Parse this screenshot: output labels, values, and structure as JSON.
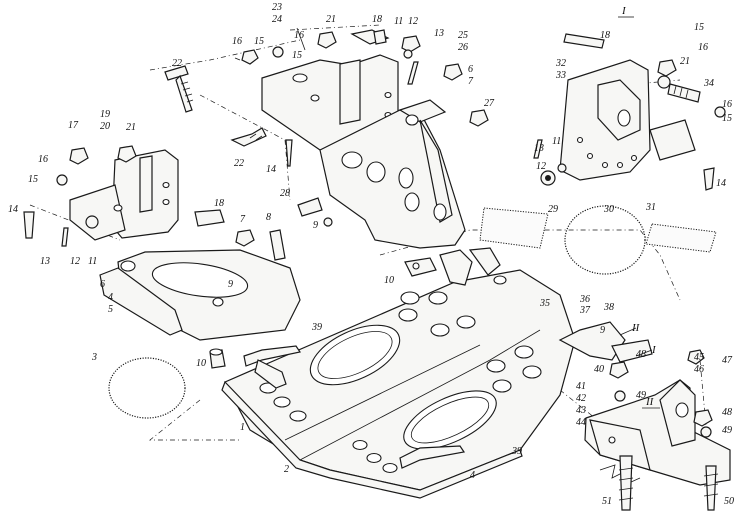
{
  "callouts": [
    {
      "id": "c1",
      "text": "1"
    },
    {
      "id": "c2",
      "text": "2"
    },
    {
      "id": "c3",
      "text": "3"
    },
    {
      "id": "c4",
      "text": "4"
    },
    {
      "id": "c5",
      "text": "5"
    },
    {
      "id": "c4b",
      "text": "4"
    },
    {
      "id": "c6",
      "text": "6"
    },
    {
      "id": "c6b",
      "text": "6"
    },
    {
      "id": "c7",
      "text": "7"
    },
    {
      "id": "c7b",
      "text": "7"
    },
    {
      "id": "c8",
      "text": "8"
    },
    {
      "id": "c9",
      "text": "9"
    },
    {
      "id": "c9b",
      "text": "9"
    },
    {
      "id": "c9c",
      "text": "9"
    },
    {
      "id": "c10",
      "text": "10"
    },
    {
      "id": "c10b",
      "text": "10"
    },
    {
      "id": "c11",
      "text": "11"
    },
    {
      "id": "c11b",
      "text": "11"
    },
    {
      "id": "c11c",
      "text": "11"
    },
    {
      "id": "c12",
      "text": "12"
    },
    {
      "id": "c12b",
      "text": "12"
    },
    {
      "id": "c12c",
      "text": "12"
    },
    {
      "id": "c13",
      "text": "13"
    },
    {
      "id": "c13b",
      "text": "13"
    },
    {
      "id": "c13c",
      "text": "13"
    },
    {
      "id": "c14",
      "text": "14"
    },
    {
      "id": "c14b",
      "text": "14"
    },
    {
      "id": "c14c",
      "text": "14"
    },
    {
      "id": "c15",
      "text": "15"
    },
    {
      "id": "c15b",
      "text": "15"
    },
    {
      "id": "c15c",
      "text": "15"
    },
    {
      "id": "c15d",
      "text": "15"
    },
    {
      "id": "c15e",
      "text": "15"
    },
    {
      "id": "c16",
      "text": "16"
    },
    {
      "id": "c16b",
      "text": "16"
    },
    {
      "id": "c16c",
      "text": "16"
    },
    {
      "id": "c16d",
      "text": "16"
    },
    {
      "id": "c16e",
      "text": "16"
    },
    {
      "id": "c17",
      "text": "17"
    },
    {
      "id": "c18",
      "text": "18"
    },
    {
      "id": "c18b",
      "text": "18"
    },
    {
      "id": "c18c",
      "text": "18"
    },
    {
      "id": "c19",
      "text": "19"
    },
    {
      "id": "c20",
      "text": "20"
    },
    {
      "id": "c21",
      "text": "21"
    },
    {
      "id": "c21b",
      "text": "21"
    },
    {
      "id": "c21c",
      "text": "21"
    },
    {
      "id": "c22",
      "text": "22"
    },
    {
      "id": "c22b",
      "text": "22"
    },
    {
      "id": "c23",
      "text": "23"
    },
    {
      "id": "c24",
      "text": "24"
    },
    {
      "id": "c25",
      "text": "25"
    },
    {
      "id": "c26",
      "text": "26"
    },
    {
      "id": "c27",
      "text": "27"
    },
    {
      "id": "c28",
      "text": "28"
    },
    {
      "id": "c29",
      "text": "29"
    },
    {
      "id": "c30",
      "text": "30"
    },
    {
      "id": "c31",
      "text": "31"
    },
    {
      "id": "c32",
      "text": "32"
    },
    {
      "id": "c33",
      "text": "33"
    },
    {
      "id": "c34",
      "text": "34"
    },
    {
      "id": "c35",
      "text": "35"
    },
    {
      "id": "c36",
      "text": "36"
    },
    {
      "id": "c37",
      "text": "37"
    },
    {
      "id": "c38",
      "text": "38"
    },
    {
      "id": "c39",
      "text": "39"
    },
    {
      "id": "c39b",
      "text": "39"
    },
    {
      "id": "c40",
      "text": "40"
    },
    {
      "id": "c41",
      "text": "41"
    },
    {
      "id": "c42",
      "text": "42"
    },
    {
      "id": "c43",
      "text": "43"
    },
    {
      "id": "c44",
      "text": "44"
    },
    {
      "id": "c45",
      "text": "45"
    },
    {
      "id": "c46",
      "text": "46"
    },
    {
      "id": "c47",
      "text": "47"
    },
    {
      "id": "c48",
      "text": "48"
    },
    {
      "id": "c48b",
      "text": "48"
    },
    {
      "id": "c49",
      "text": "49"
    },
    {
      "id": "c49b",
      "text": "49"
    },
    {
      "id": "c50",
      "text": "50"
    },
    {
      "id": "c51",
      "text": "51"
    }
  ],
  "views": [
    {
      "id": "vI",
      "text": "I"
    },
    {
      "id": "vIb",
      "text": "I"
    },
    {
      "id": "vII",
      "text": "II"
    },
    {
      "id": "vIIb",
      "text": "II"
    }
  ]
}
